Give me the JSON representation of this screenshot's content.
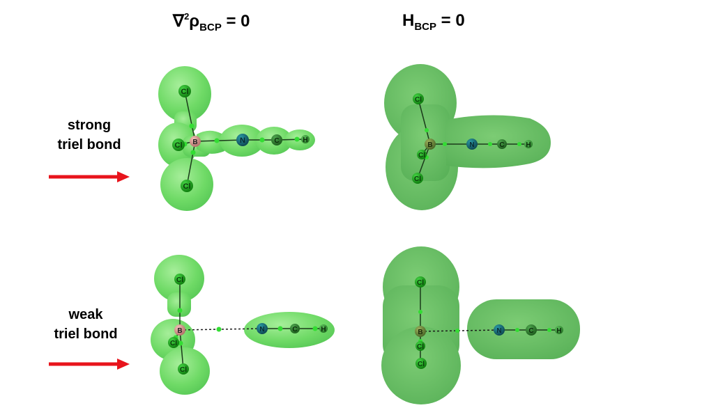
{
  "headers": {
    "laplacian": {
      "symbol": "∇",
      "sup": "2",
      "rho": "ρ",
      "sub": "BCP",
      "rest": " = 0"
    },
    "energy": {
      "main": "H",
      "sub": "BCP",
      "rest": " = 0"
    }
  },
  "rows": [
    {
      "line1": "strong",
      "line2": "triel bond"
    },
    {
      "line1": "weak",
      "line2": "triel bond"
    }
  ],
  "atoms": {
    "chlorine": "Cl",
    "boron": "B",
    "nitrogen": "N",
    "carbon": "C",
    "hydrogen": "H"
  },
  "colors": {
    "surface": "#5fd65f",
    "surface_energy": "#4fb44f",
    "chlorine_atom": "#1a9a1a",
    "boron_atom": "#d9908a",
    "boron_atom_energy": "#6e8a3a",
    "nitrogen_atom": "#1a6a7a",
    "carbon_atom": "#2f7a2f",
    "hydrogen_atom": "#3a9a3a",
    "bcp_point": "#33dd33",
    "arrow": "#e8141c"
  }
}
